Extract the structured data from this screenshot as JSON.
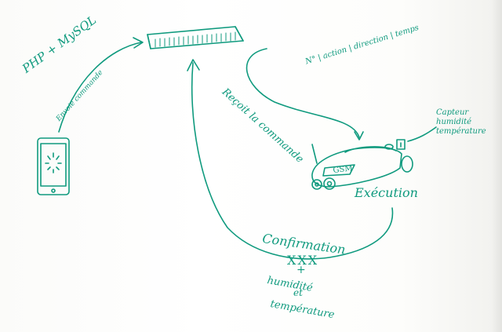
{
  "labels": {
    "php_mysql": "PHP + MySQL",
    "envoie_commande": "Envoie commande",
    "recoit_commande": "Reçoit la commande",
    "command_format": "N° | action | direction | temps",
    "gsm": "GSM",
    "execution": "Exécution",
    "capteur": "Capteur\nhumidité\ntempérature",
    "confirmation": "Confirmation",
    "xxx": "XXX",
    "plus": "+",
    "humidite": "humidité",
    "et": "et",
    "temperature": "température"
  },
  "colors": {
    "ink": "#0f9a7e",
    "board": "#ffffff"
  },
  "icons": [
    "smartphone-icon",
    "server-icon",
    "robot-car-icon",
    "sensor-icon"
  ]
}
